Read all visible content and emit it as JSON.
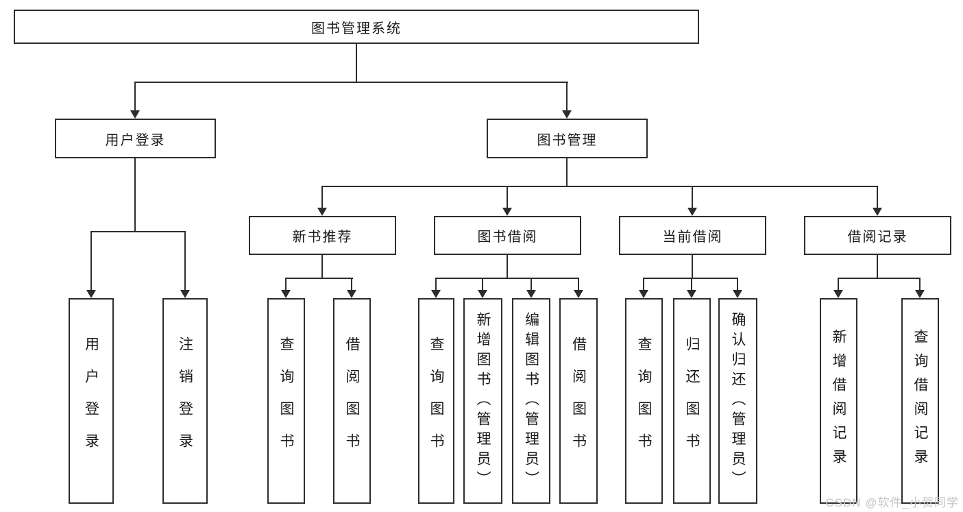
{
  "tree": {
    "label": "图书管理系统",
    "children": [
      {
        "label": "用户登录",
        "children": [
          {
            "label": "用户登录"
          },
          {
            "label": "注销登录"
          }
        ]
      },
      {
        "label": "图书管理",
        "children": [
          {
            "label": "新书推荐",
            "children": [
              {
                "label": "查询图书"
              },
              {
                "label": "借阅图书"
              }
            ]
          },
          {
            "label": "图书借阅",
            "children": [
              {
                "label": "查询图书"
              },
              {
                "label": "新增图书（管理员）"
              },
              {
                "label": "编辑图书（管理员）"
              },
              {
                "label": "借阅图书"
              }
            ]
          },
          {
            "label": "当前借阅",
            "children": [
              {
                "label": "查询图书"
              },
              {
                "label": "归还图书"
              },
              {
                "label": "确认归还（管理员）"
              }
            ]
          },
          {
            "label": "借阅记录",
            "children": [
              {
                "label": "新增借阅记录"
              },
              {
                "label": "查询借阅记录"
              }
            ]
          }
        ]
      }
    ]
  },
  "watermark": "CSDN @软件_小贺同学",
  "colors": {
    "line": "#2d2d2d",
    "border": "#2d2d2d",
    "text": "#1a1a1a",
    "watermark": "#c9c2c2",
    "background": "#ffffff"
  }
}
